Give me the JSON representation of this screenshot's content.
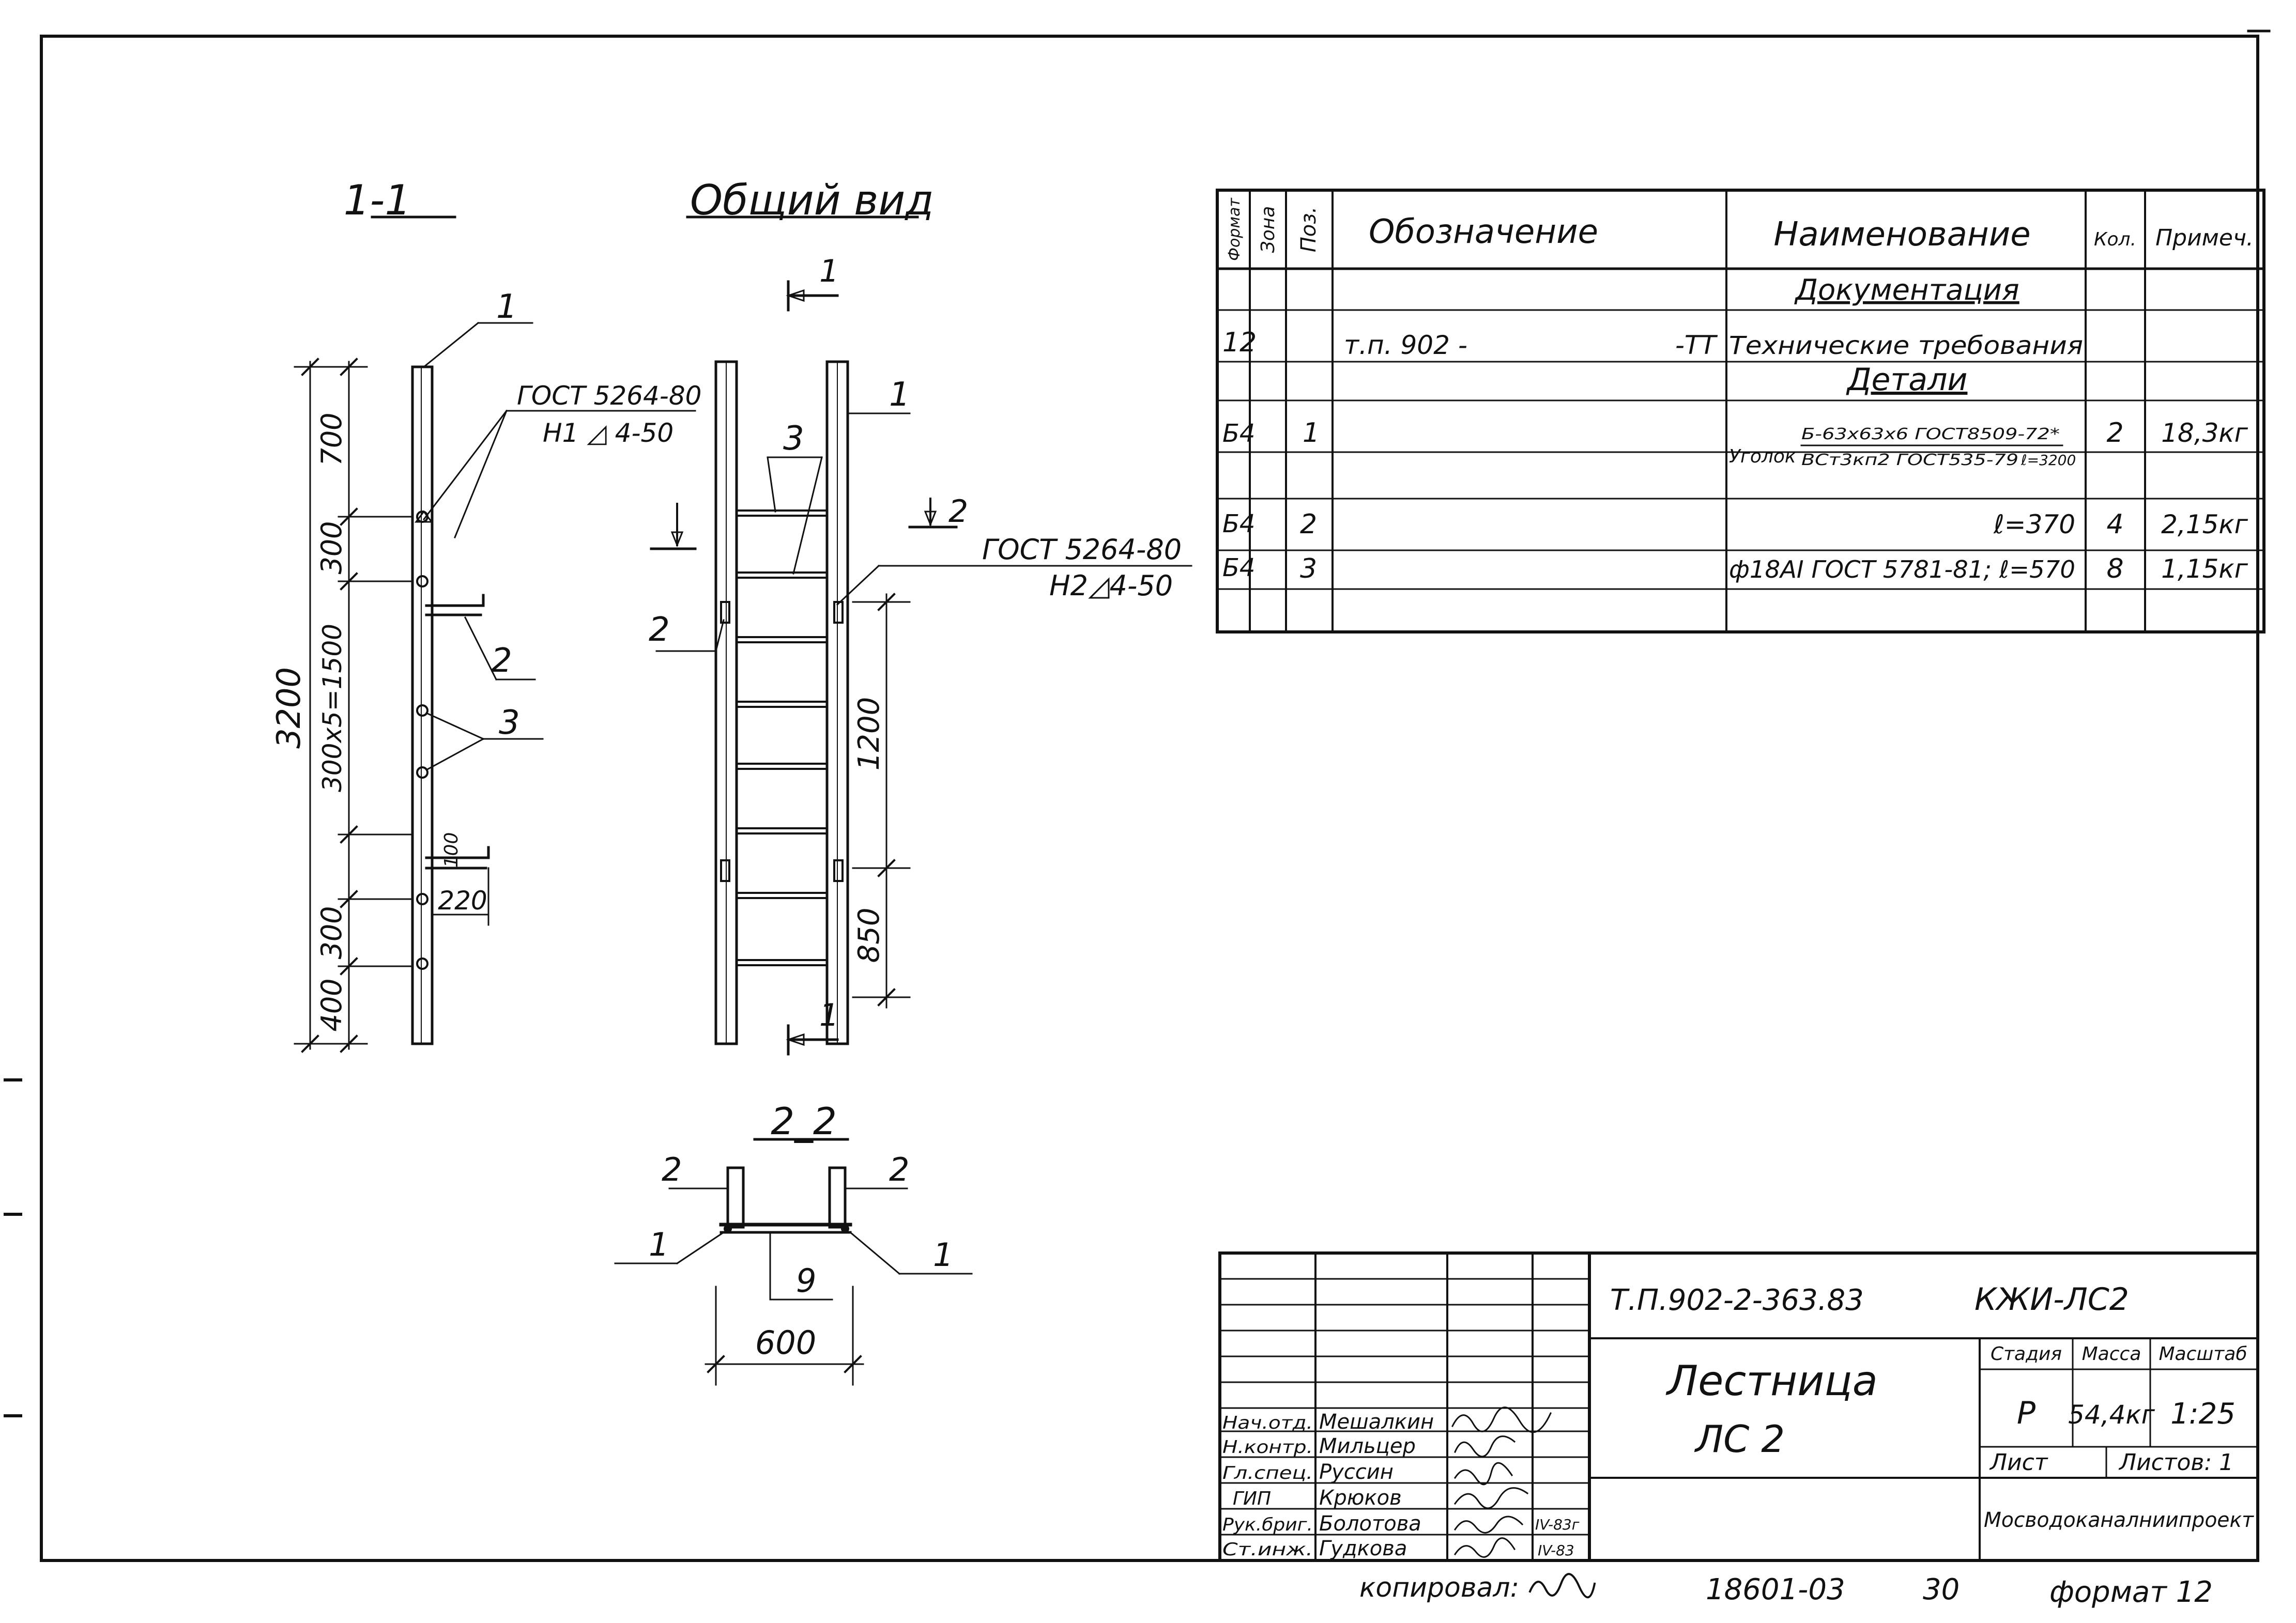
{
  "views": {
    "section_1_title": "1-1",
    "general_title": "Общий вид",
    "section_2_title": "2_2",
    "section_1_mark": "1",
    "section_2_mark": "2"
  },
  "left_view": {
    "dim_total": "3200",
    "dim_700": "700",
    "dim_300_top": "300",
    "dim_series": "300x5=1500",
    "dim_300_bottom": "300",
    "dim_400": "400",
    "dim_100": "100",
    "dim_220": "220",
    "label_1": "1",
    "label_2": "2",
    "label_3": "3",
    "weld_std": "ГОСТ 5264-80",
    "weld_sym": "Н1 ◿ 4-50"
  },
  "main_view": {
    "label_1": "1",
    "label_2": "2",
    "label_3": "3",
    "weld_std": "ГОСТ 5264-80",
    "weld_sym": "Н2◿4-50",
    "dim_1200": "1200",
    "dim_850": "850"
  },
  "section_view": {
    "label_2_left": "2",
    "label_2_right": "2",
    "label_1_left": "1",
    "label_1_right": "1",
    "label_9": "9",
    "dim_600": "600"
  },
  "spec": {
    "headers": {
      "format": "Формат",
      "zone": "Зона",
      "pos": "Поз.",
      "designation": "Обозначение",
      "name": "Наименование",
      "qty": "Кол.",
      "note": "Примеч."
    },
    "section_docs": "Документация",
    "section_parts": "Детали",
    "rows": [
      {
        "format": "12",
        "pos": "",
        "designation": "т.п. 902 -",
        "designation_suffix": "-ТТ",
        "name": "Технические требования",
        "qty": "",
        "note": ""
      },
      {
        "format": "Б4",
        "pos": "1",
        "designation": "",
        "name_prefix": "Уголок",
        "name_top": "Б-63х63х6 ГОСТ8509-72*",
        "name_bottom": "ВСт3кп2 ГОСТ535-79",
        "name_suffix": "ℓ=3200",
        "qty": "2",
        "note": "18,3кг"
      },
      {
        "format": "Б4",
        "pos": "2",
        "designation": "",
        "name": "ℓ=370",
        "qty": "4",
        "note": "2,15кг"
      },
      {
        "format": "Б4",
        "pos": "3",
        "designation": "",
        "name": "ф18АI ГОСТ 5781-81;   ℓ=570",
        "qty": "8",
        "note": "1,15кг"
      }
    ]
  },
  "title_block": {
    "doc_code": "Т.П.902-2-363.83",
    "sheet_code": "КЖИ-ЛС2",
    "title_line1": "Лестница",
    "title_line2": "ЛС 2",
    "stage_label": "Стадия",
    "mass_label": "Масса",
    "scale_label": "Масштаб",
    "stage": "Р",
    "mass": "54,4кг",
    "scale": "1:25",
    "sheet_label": "Лист",
    "sheets_label": "Листов: 1",
    "organization": "Мосводоканалниипроект",
    "roles": [
      {
        "role": "Нач.отд.",
        "name": "Мешалкин",
        "date": ""
      },
      {
        "role": "Н.контр.",
        "name": "Мильцер",
        "date": ""
      },
      {
        "role": "Гл.спец.",
        "name": "Руссин",
        "date": ""
      },
      {
        "role": "ГИП",
        "name": "Крюков",
        "date": ""
      },
      {
        "role": "Рук.бриг.",
        "name": "Болотова",
        "date": "IV-83г"
      },
      {
        "role": "Ст.инж.",
        "name": "Гудкова",
        "date": "IV-83"
      }
    ]
  },
  "footer": {
    "copied": "копировал:",
    "number": "18601-03",
    "page": "30",
    "format": "формат 12"
  }
}
